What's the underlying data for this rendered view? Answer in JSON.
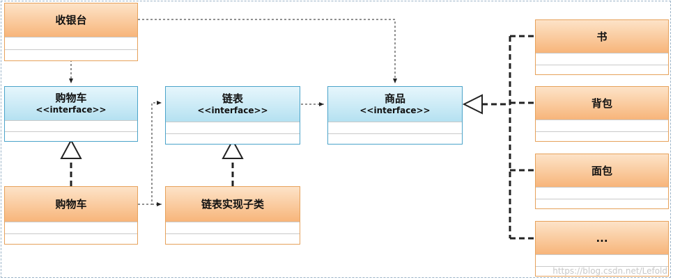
{
  "classes": {
    "cashier": {
      "name": "收银台"
    },
    "cart_interface": {
      "name": "购物车",
      "stereotype": "<<interface>>"
    },
    "cart_impl": {
      "name": "购物车"
    },
    "linkedlist_interface": {
      "name": "链表",
      "stereotype": "<<interface>>"
    },
    "linkedlist_impl": {
      "name": "链表实现子类"
    },
    "goods_interface": {
      "name": "商品",
      "stereotype": "<<interface>>"
    },
    "book": {
      "name": "书"
    },
    "backpack": {
      "name": "背包"
    },
    "bread": {
      "name": "面包"
    },
    "more": {
      "name": "..."
    }
  },
  "watermark": "https://blog.csdn.net/Lefold",
  "colors": {
    "orange_border": "#e6a15a",
    "blue_border": "#4aa3c9",
    "line": "#222222"
  }
}
